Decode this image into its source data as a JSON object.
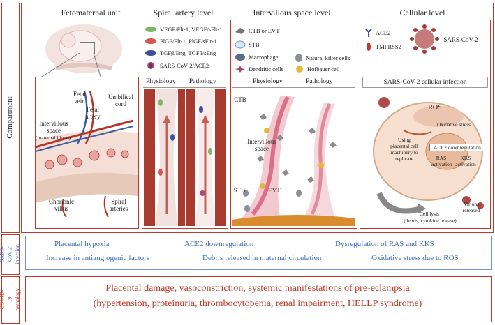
{
  "side_labels": {
    "compartment": "Compartment",
    "infection": "SARS-CoV-2 infection",
    "pathology": "COVID-19 pathology"
  },
  "columns": {
    "fetomaternal": "Fetomaternal unit",
    "spiral": "Spiral artery level",
    "intervillous": "Intervillous space level",
    "cellular": "Cellular level"
  },
  "fetomaternal_labels": {
    "fetal_vein": "Fetal vein",
    "fetal_artery": "Fetal artery",
    "umbilical_cord": "Umbilical cord",
    "intervillous_space": "Intervillous space",
    "maternal_blood": "(maternal blood)",
    "chorionic_villus": "Chorionic villus",
    "spiral_arteries": "Spiral arteries"
  },
  "spiral_legend": [
    "VEGF/Flt-1, VEGF/sFlt-1",
    "PlGF/Flt-1, PlGF/sFlt-1",
    "TGFβ/Eng, TGFβ/sEng",
    "SARS-CoV-2/ACE2"
  ],
  "spiral_sub": {
    "physiology": "Physiology",
    "pathology": "Pathology"
  },
  "intervillous_legend": {
    "ctb": "CTB or EVT",
    "stb": "STB",
    "macrophage": "Macrophage",
    "nk": "Natural killer cells",
    "dendritic": "Dendritic cells",
    "hofbauer": "Hofbauer cell"
  },
  "intervillous_sub": {
    "physiology": "Physiology",
    "pathology": "Pathology"
  },
  "intervillous_labels": {
    "ctb": "CTB",
    "space": "Intervillous space",
    "stb": "STB",
    "evt": "EVT"
  },
  "cellular_legend": {
    "ace2": "ACE2",
    "tmprss2": "TMPRSS2",
    "virus": "SARS-CoV-2"
  },
  "cellular_infection_title": "SARS-CoV-2 cellular infection",
  "cellular_labels": {
    "ros": "ROS",
    "oxidative": "Oxidative stress",
    "machinery": "Using placental cell machinery to replicate",
    "ace2_down": "ACE2 downregulation",
    "ras": "RAS activation",
    "kks": "KKS activation",
    "virions": "Virions released",
    "lysis": "Cell lysis",
    "lysis_sub": "(debris, cytokine release)"
  },
  "infection_effects": [
    "Placental hypoxia",
    "ACE2 downregulation",
    "Dysregulation of RAS and KKS",
    "Increase in antiangiogenic factors",
    "Debris released in maternal circulation",
    "Oxidative stress due to ROS"
  ],
  "pathology": {
    "line1": "Placental damage, vasoconstriction, systemic manifestations of pre-eclampsia",
    "line2": "(hypertension, proteinuria, thrombocytopenia, renal impairment, HELLP syndrome)"
  },
  "colors": {
    "border_red": "#c0392b",
    "infection_blue": "#3d6fb5",
    "vessel_red": "#a83a2e"
  }
}
